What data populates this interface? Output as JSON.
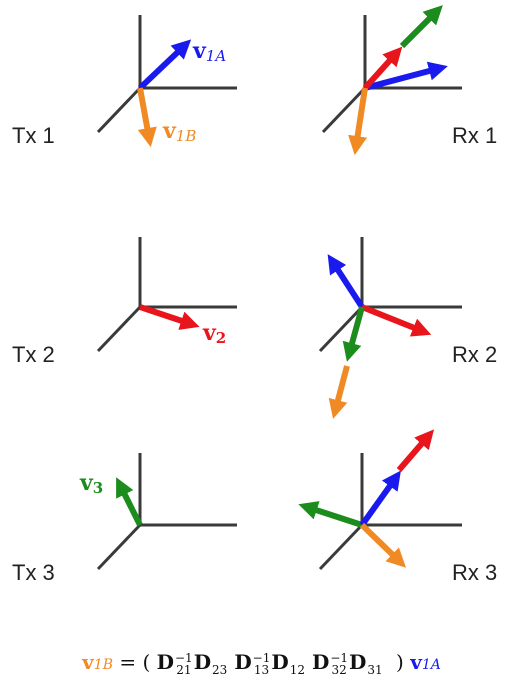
{
  "colors": {
    "axis": "#3a3a3a",
    "blue": "#1a1aee",
    "orange": "#f08a24",
    "red": "#e8161c",
    "green": "#1c8c1c"
  },
  "panels": {
    "tx1": {
      "label": "Tx 1",
      "vec_a": "v",
      "vec_a_sub": "1A",
      "vec_b": "v",
      "vec_b_sub": "1B"
    },
    "rx1": {
      "label": "Rx 1"
    },
    "tx2": {
      "label": "Tx 2",
      "vec": "v",
      "vec_sub": "2"
    },
    "rx2": {
      "label": "Rx 2"
    },
    "tx3": {
      "label": "Tx 3",
      "vec": "v",
      "vec_sub": "3"
    },
    "rx3": {
      "label": "Rx 3"
    }
  },
  "formula": {
    "lhs": "v",
    "lhs_sub": "1B",
    "equals": "=",
    "open": "(",
    "close": ")",
    "terms": [
      {
        "base": "D",
        "sup": "−1",
        "sub": "21"
      },
      {
        "base": "D",
        "sup": "",
        "sub": "23"
      },
      {
        "base": "D",
        "sup": "−1",
        "sub": "13"
      },
      {
        "base": "D",
        "sup": "",
        "sub": "12"
      },
      {
        "base": "D",
        "sup": "−1",
        "sub": "32"
      },
      {
        "base": "D",
        "sup": "",
        "sub": "31"
      }
    ],
    "rhs": "v",
    "rhs_sub": "1A"
  }
}
